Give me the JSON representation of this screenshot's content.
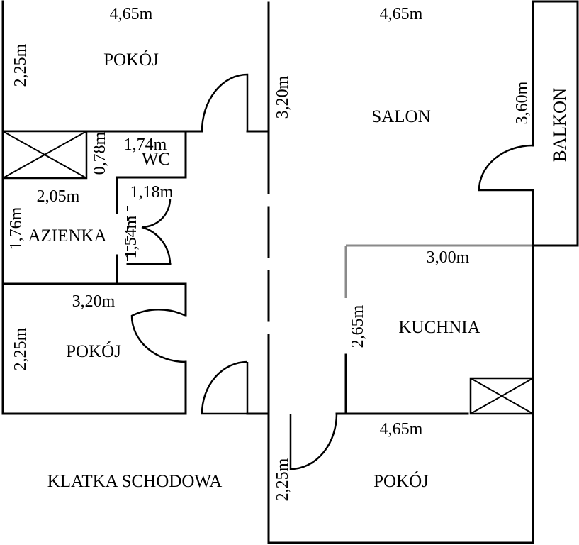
{
  "rooms": {
    "pokoj_top": "POKÓJ",
    "salon": "SALON",
    "balkon": "BALKON",
    "wc": "WC",
    "lazienka": "AZIENKA",
    "kuchnia": "KUCHNIA",
    "pokoj_left": "POKÓJ",
    "pokoj_bottom": "POKÓJ",
    "klatka": "KLATKA SCHODOWA"
  },
  "dimensions": {
    "pokoj_top_width": "4,65m",
    "pokoj_top_height": "2,25m",
    "salon_width": "4,65m",
    "salon_height_left": "3,20m",
    "salon_height_right": "3,60m",
    "shaft_height": "0,78m",
    "wc_width": "1,74m",
    "lazienka_width": "2,05m",
    "wc_door_width": "1,18m",
    "lazienka_height": "1,76m",
    "lazienka_inner_height": "1,54m",
    "kuchnia_width": "3,00m",
    "kuchnia_height": "2,65m",
    "pokoj_left_width": "3,20m",
    "pokoj_left_height": "2,25m",
    "pokoj_bottom_width": "4,65m",
    "pokoj_bottom_height": "2,25m"
  }
}
